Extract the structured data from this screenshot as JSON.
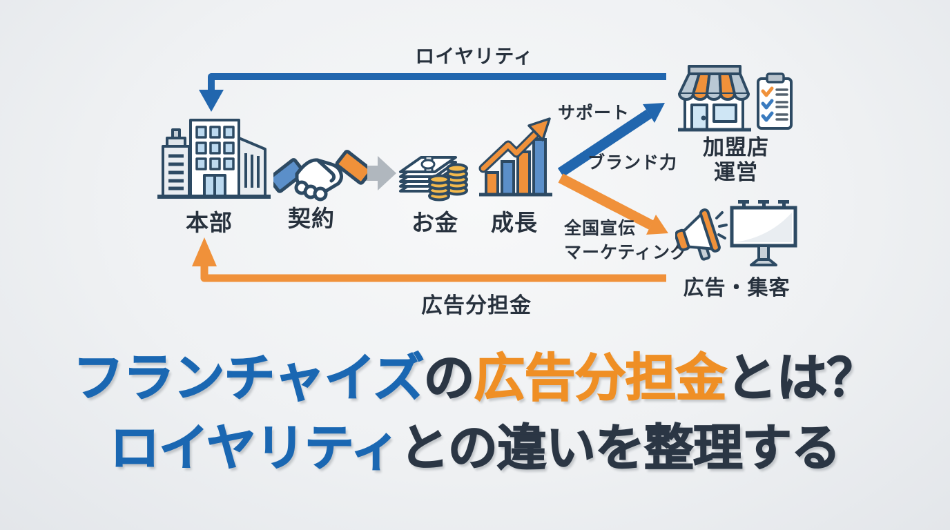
{
  "colors": {
    "accent_blue": "#2166ae",
    "accent_orange": "#f0913a",
    "outline_navy": "#2d4a63",
    "dark_text": "#27313d",
    "title_blue": "#1a67b2",
    "title_orange": "#ef8f25",
    "title_dark": "#2b3644",
    "background": "#eff1f3"
  },
  "diagram": {
    "top_flow_label": "ロイヤリティ",
    "bottom_flow_label": "広告分担金",
    "nodes": {
      "headquarters": "本部",
      "contract": "契約",
      "money": "お金",
      "growth": "成長",
      "franchise_store_line1": "加盟店",
      "franchise_store_line2": "運営",
      "advertising": "広告・集客"
    },
    "arrows": {
      "support": "サポート",
      "brand_power": "ブランド力",
      "national_ads_line1": "全国宣伝",
      "national_ads_line2": "マーケティング"
    }
  },
  "icons": {
    "headquarters": "office-building-icon",
    "contract": "handshake-icon",
    "flow": "gray-right-arrow-icon",
    "money": "money-stack-coins-icon",
    "growth": "growth-bar-chart-icon",
    "franchise_store": "storefront-icon",
    "checklist": "clipboard-checklist-icon",
    "megaphone": "megaphone-icon",
    "billboard": "billboard-icon"
  },
  "title": {
    "line1_part1": "フランチャイズ",
    "line1_part2": "の",
    "line1_part3": "広告分担金",
    "line1_part4": "とは？",
    "line2_part1": "ロイヤリティ",
    "line2_part2": "との違いを整理する"
  }
}
